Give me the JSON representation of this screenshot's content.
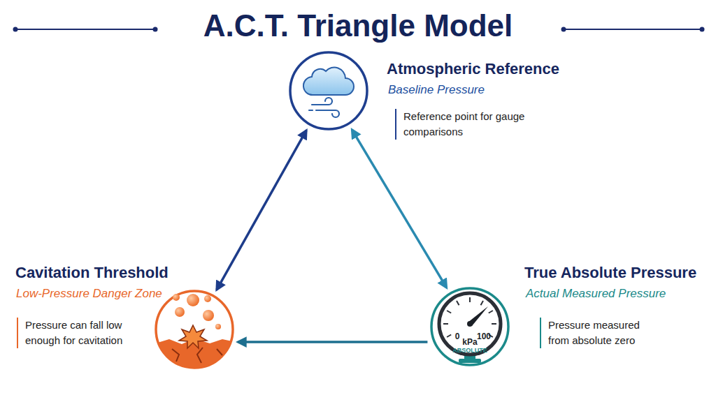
{
  "diagram": {
    "title": "A.C.T. Triangle Model",
    "nodes": [
      {
        "text": [
          "Atmospheric Reference",
          "Baseline Pressure",
          "Reference point for gauge comparisons"
        ]
      },
      {
        "text": [
          "Cavitation Threshold",
          "Low-Pressure Danger Zone",
          "Pressure can fall low enough for cavitation"
        ]
      },
      {
        "text": [
          "True Absolute Pressure",
          "Actual Measured Pressure",
          "Pressure measured from absolute zero"
        ]
      }
    ],
    "edges": [
      {
        "from": 0,
        "to": 1,
        "arrow": "both"
      },
      {
        "from": 0,
        "to": 2,
        "arrow": "both"
      },
      {
        "from": 2,
        "to": 1,
        "arrow": "to"
      }
    ],
    "labels": [
      "0",
      "kPa",
      "100",
      "ABSOLUTE"
    ]
  }
}
